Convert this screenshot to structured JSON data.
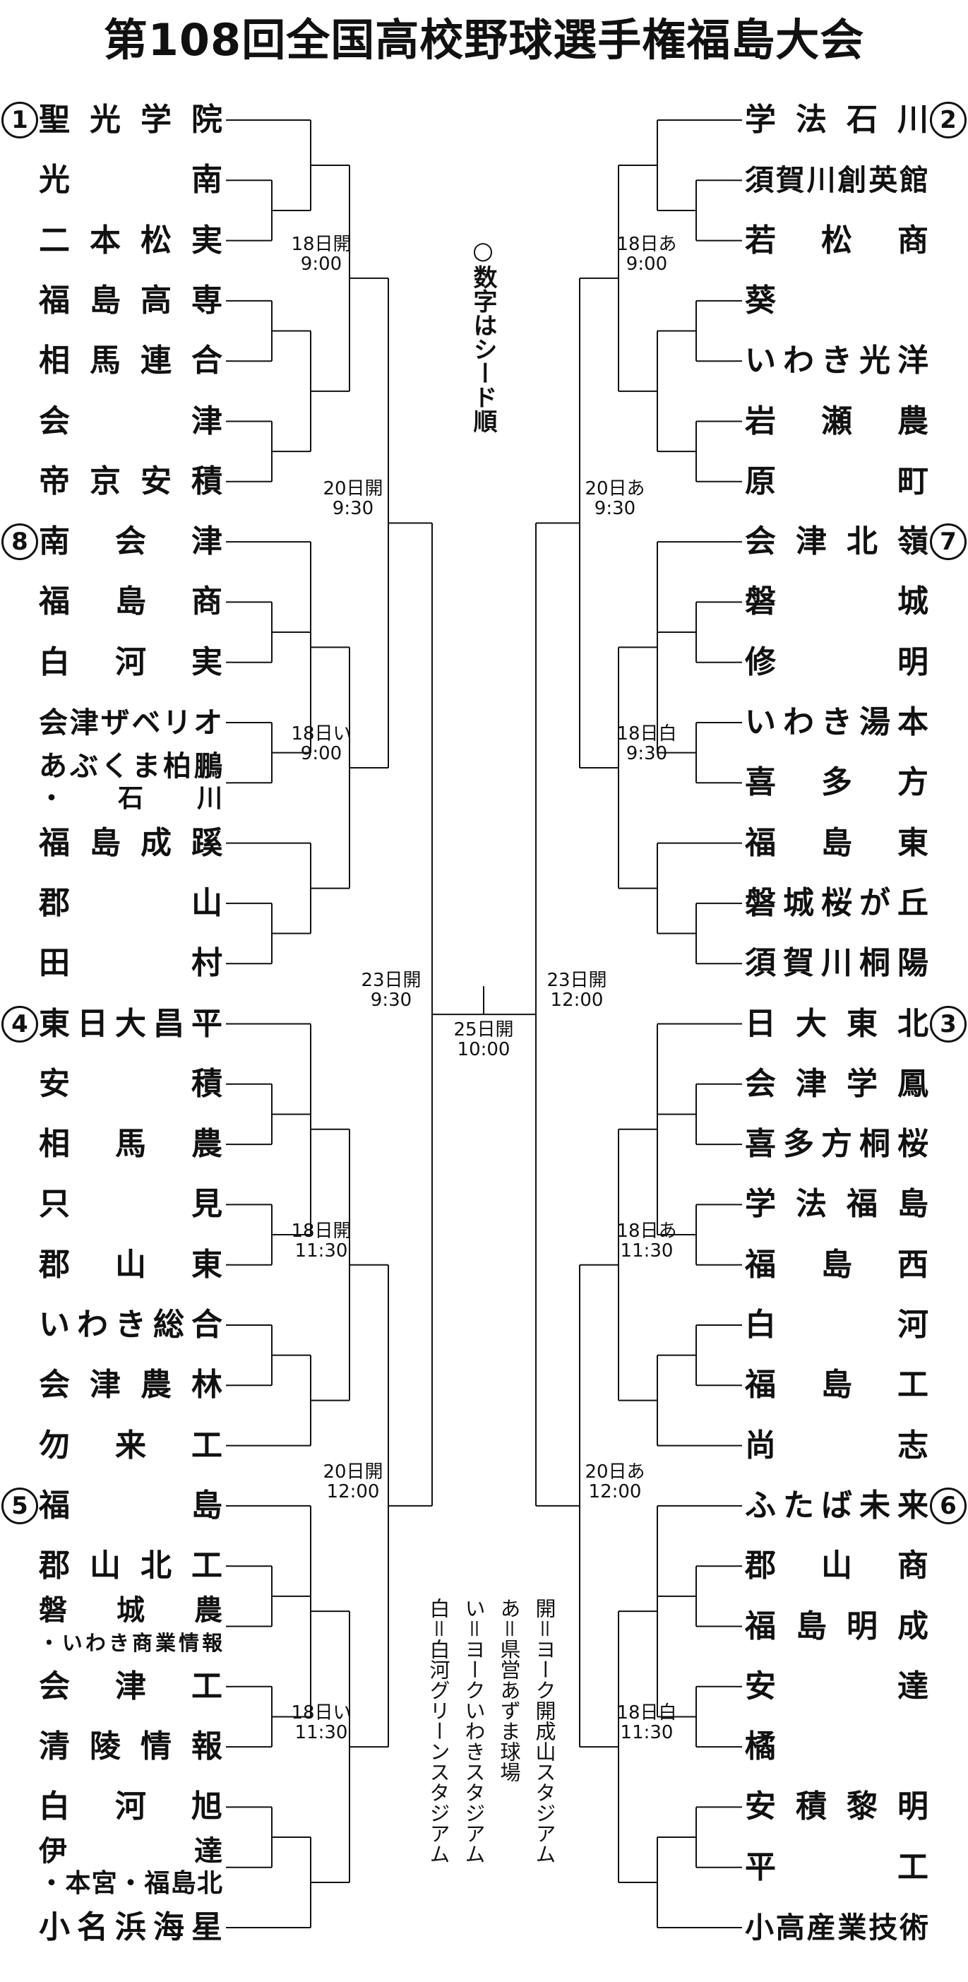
{
  "title": "第108回全国高校野球選手権福島大会",
  "seed_note": "○数字はシード順",
  "legend": [
    "開＝ヨーク開成山スタジアム",
    "あ＝県営あずま球場",
    "い＝ヨークいわきスタジアム",
    "白＝白河グリーンスタジアム"
  ],
  "left_teams": [
    "聖光学院",
    "光　南",
    "二本松実",
    "福島高専",
    "相馬連合",
    "会　津",
    "帝京安積",
    "南会津",
    "福島商",
    "白河実",
    "会津ザベリオ",
    "あぶくま柏鵬・石川",
    "福島成蹊",
    "郡　山",
    "田　村",
    "東日大昌平",
    "安　積",
    "相馬農",
    "只　見",
    "郡山東",
    "いわき総合",
    "会津農林",
    "勿来工",
    "福　島",
    "郡山北工",
    "磐城農・いわき商業情報",
    "会津工",
    "清陵情報",
    "白河旭",
    "伊達・本宮・福島北",
    "小名浜海星"
  ],
  "right_teams": [
    "学法石川",
    "須賀川創英館",
    "若松商",
    "葵",
    "いわき光洋",
    "岩瀬農",
    "原　町",
    "会津北嶺",
    "磐　城",
    "修　明",
    "いわき湯本",
    "喜多方",
    "福島東",
    "磐城桜が丘",
    "須賀川桐陽",
    "日大東北",
    "会津学鳳",
    "喜多方桐桜",
    "学法福島",
    "福島西",
    "白　河",
    "福島工",
    "尚　志",
    "ふたば未来",
    "郡山商",
    "福島明成",
    "安　達",
    "橘",
    "安積黎明",
    "平　工",
    "小高産業技術"
  ],
  "seeds": [
    {
      "side": "left",
      "index": 0,
      "label": "1"
    },
    {
      "side": "left",
      "index": 7,
      "label": "8"
    },
    {
      "side": "left",
      "index": 15,
      "label": "4"
    },
    {
      "side": "left",
      "index": 23,
      "label": "5"
    },
    {
      "side": "right",
      "index": 0,
      "label": "2"
    },
    {
      "side": "right",
      "index": 7,
      "label": "7"
    },
    {
      "side": "right",
      "index": 15,
      "label": "3"
    },
    {
      "side": "right",
      "index": 23,
      "label": "6"
    }
  ],
  "schedule": {
    "left_r2": [
      [
        "18日開",
        "9:00"
      ],
      [
        "18日い",
        "9:00"
      ],
      [
        "18日開",
        "11:30"
      ],
      [
        "18日い",
        "11:30"
      ]
    ],
    "left_qf": [
      [
        "20日開",
        "9:30"
      ],
      [
        "20日開",
        "12:00"
      ]
    ],
    "left_sf": [
      "23日開",
      "9:30"
    ],
    "right_r2": [
      [
        "18日あ",
        "9:00"
      ],
      [
        "18日白",
        "9:30"
      ],
      [
        "18日あ",
        "11:30"
      ],
      [
        "18日白",
        "11:30"
      ]
    ],
    "right_qf": [
      [
        "20日あ",
        "9:30"
      ],
      [
        "20日あ",
        "12:00"
      ]
    ],
    "right_sf": [
      "23日開",
      "12:00"
    ],
    "final": [
      "25日開",
      "10:00"
    ]
  },
  "colors": {
    "line": "#111111",
    "text": "#111111",
    "background": "#ffffff"
  }
}
